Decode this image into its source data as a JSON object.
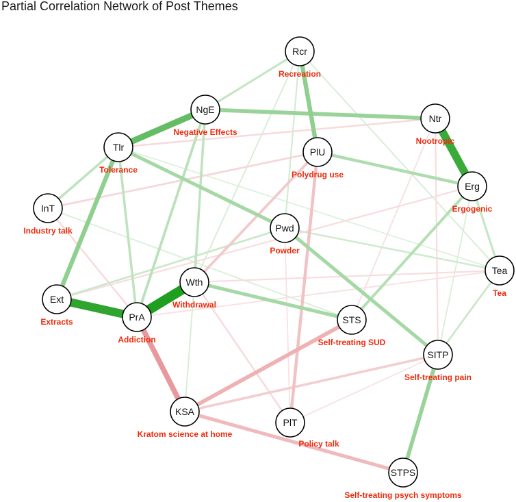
{
  "title": "Partial Correlation Network of Post Themes",
  "colors": {
    "positive_edge": "#1f9e1f",
    "negative_edge": "#d9535a",
    "label_text": "#ee2a0c",
    "node_border": "#000000",
    "node_fill": "#ffffff"
  },
  "nodes": [
    {
      "id": "Rcr",
      "label": "Recreation"
    },
    {
      "id": "NgE",
      "label": "Negative Effects"
    },
    {
      "id": "Ntr",
      "label": "Nootropic"
    },
    {
      "id": "Tlr",
      "label": "Tolerance"
    },
    {
      "id": "PlU",
      "label": "Polydrug use"
    },
    {
      "id": "Erg",
      "label": "Ergogenic"
    },
    {
      "id": "InT",
      "label": "Industry talk"
    },
    {
      "id": "Pwd",
      "label": "Powder"
    },
    {
      "id": "Tea",
      "label": "Tea"
    },
    {
      "id": "Wth",
      "label": "Withdrawal"
    },
    {
      "id": "Ext",
      "label": "Extracts"
    },
    {
      "id": "PrA",
      "label": "Addiction"
    },
    {
      "id": "STS",
      "label": "Self-treating SUD"
    },
    {
      "id": "SITP",
      "label": "Self-treating pain"
    },
    {
      "id": "KSA",
      "label": "Kratom science at home"
    },
    {
      "id": "PlT",
      "label": "Policy talk"
    },
    {
      "id": "STPS",
      "label": "Self-treating psych symptoms"
    }
  ],
  "edges": [
    {
      "from": "PrA",
      "to": "Wth",
      "sign": "positive",
      "strength": 1.0
    },
    {
      "from": "Ext",
      "to": "PrA",
      "sign": "positive",
      "strength": 0.85
    },
    {
      "from": "Ntr",
      "to": "Erg",
      "sign": "positive",
      "strength": 0.8
    },
    {
      "from": "Tlr",
      "to": "NgE",
      "sign": "positive",
      "strength": 0.6
    },
    {
      "from": "PrA",
      "to": "KSA",
      "sign": "negative",
      "strength": 0.5
    },
    {
      "from": "Tlr",
      "to": "Ext",
      "sign": "positive",
      "strength": 0.4
    },
    {
      "from": "Rcr",
      "to": "PlU",
      "sign": "positive",
      "strength": 0.4
    },
    {
      "from": "NgE",
      "to": "Ntr",
      "sign": "positive",
      "strength": 0.35
    },
    {
      "from": "KSA",
      "to": "STS",
      "sign": "negative",
      "strength": 0.35
    },
    {
      "from": "KSA",
      "to": "STPS",
      "sign": "negative",
      "strength": 0.3
    },
    {
      "from": "SITP",
      "to": "STPS",
      "sign": "positive",
      "strength": 0.35
    },
    {
      "from": "Tlr",
      "to": "Pwd",
      "sign": "positive",
      "strength": 0.3
    },
    {
      "from": "Pwd",
      "to": "SITP",
      "sign": "positive",
      "strength": 0.3
    },
    {
      "from": "Wth",
      "to": "STS",
      "sign": "positive",
      "strength": 0.3
    },
    {
      "from": "PlU",
      "to": "Erg",
      "sign": "positive",
      "strength": 0.25
    },
    {
      "from": "PlU",
      "to": "PlT",
      "sign": "negative",
      "strength": 0.25
    },
    {
      "from": "STS",
      "to": "Erg",
      "sign": "positive",
      "strength": 0.22
    },
    {
      "from": "PlU",
      "to": "Wth",
      "sign": "negative",
      "strength": 0.2
    },
    {
      "from": "KSA",
      "to": "SITP",
      "sign": "negative",
      "strength": 0.18
    },
    {
      "from": "NgE",
      "to": "PrA",
      "sign": "positive",
      "strength": 0.2
    },
    {
      "from": "NgE",
      "to": "Wth",
      "sign": "positive",
      "strength": 0.18
    },
    {
      "from": "Tlr",
      "to": "InT",
      "sign": "positive",
      "strength": 0.18
    },
    {
      "from": "Tlr",
      "to": "PrA",
      "sign": "positive",
      "strength": 0.18
    },
    {
      "from": "Rcr",
      "to": "NgE",
      "sign": "positive",
      "strength": 0.15
    },
    {
      "from": "InT",
      "to": "PlU",
      "sign": "negative",
      "strength": 0.12
    },
    {
      "from": "Tlr",
      "to": "Ntr",
      "sign": "negative",
      "strength": 0.1
    },
    {
      "from": "Erg",
      "to": "Tea",
      "sign": "positive",
      "strength": 0.15
    },
    {
      "from": "Tea",
      "to": "SITP",
      "sign": "positive",
      "strength": 0.12
    },
    {
      "from": "Ext",
      "to": "Pwd",
      "sign": "positive",
      "strength": 0.12
    },
    {
      "from": "Pwd",
      "to": "Tea",
      "sign": "positive",
      "strength": 0.1
    },
    {
      "from": "InT",
      "to": "PrA",
      "sign": "negative",
      "strength": 0.1
    },
    {
      "from": "Wth",
      "to": "PlT",
      "sign": "negative",
      "strength": 0.1
    },
    {
      "from": "Rcr",
      "to": "Pwd",
      "sign": "positive",
      "strength": 0.08
    },
    {
      "from": "Rcr",
      "to": "Wth",
      "sign": "positive",
      "strength": 0.06
    },
    {
      "from": "Rcr",
      "to": "Tea",
      "sign": "positive",
      "strength": 0.06
    },
    {
      "from": "Ntr",
      "to": "STS",
      "sign": "negative",
      "strength": 0.06
    },
    {
      "from": "Ntr",
      "to": "SITP",
      "sign": "negative",
      "strength": 0.08
    },
    {
      "from": "Ext",
      "to": "Erg",
      "sign": "negative",
      "strength": 0.08
    },
    {
      "from": "Wth",
      "to": "Tea",
      "sign": "negative",
      "strength": 0.08
    },
    {
      "from": "PrA",
      "to": "Tea",
      "sign": "negative",
      "strength": 0.06
    },
    {
      "from": "KSA",
      "to": "Wth",
      "sign": "positive",
      "strength": 0.06
    },
    {
      "from": "PlT",
      "to": "SITP",
      "sign": "negative",
      "strength": 0.05
    },
    {
      "from": "Pwd",
      "to": "PlT",
      "sign": "negative",
      "strength": 0.05
    },
    {
      "from": "InT",
      "to": "STS",
      "sign": "positive",
      "strength": 0.05
    },
    {
      "from": "Tlr",
      "to": "Tea",
      "sign": "positive",
      "strength": 0.04
    },
    {
      "from": "Erg",
      "to": "SITP",
      "sign": "positive",
      "strength": 0.05
    }
  ]
}
